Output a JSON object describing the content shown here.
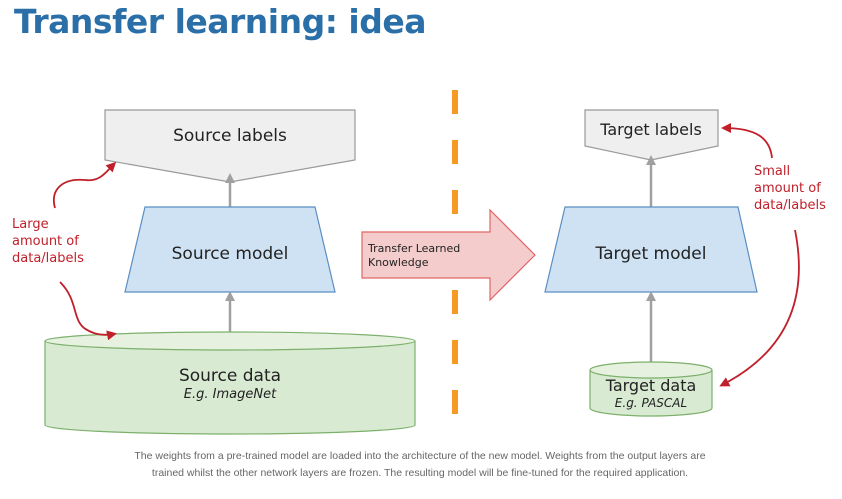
{
  "title": "Transfer learning: idea",
  "source": {
    "labels": "Source labels",
    "model": "Source model",
    "data": "Source data",
    "data_example": "E.g. ImageNet",
    "note_lines": [
      "Large",
      "amount of",
      "data/labels"
    ]
  },
  "transfer": {
    "label_lines": [
      "Transfer Learned",
      "Knowledge"
    ]
  },
  "target": {
    "labels": "Target labels",
    "model": "Target model",
    "data": "Target data",
    "data_example": "E.g. PASCAL",
    "note_lines": [
      "Small",
      "amount of",
      "data/labels"
    ]
  },
  "caption": "The weights from a pre-trained model are loaded into the architecture of the new model. Weights from the output layers are trained whilst the other network layers are frozen. The resulting model will be fine-tuned for the required application.",
  "colors": {
    "title": "#2a6fa8",
    "labels_fill": "#efefef",
    "model_fill": "#cfe2f3",
    "model_stroke": "#5b8ec2",
    "data_fill": "#d9ead3",
    "data_stroke": "#7cb06b",
    "transfer_fill": "#f4cccc",
    "transfer_stroke": "#e06666",
    "annotation": "#c0202a",
    "divider": "#f59a23"
  }
}
